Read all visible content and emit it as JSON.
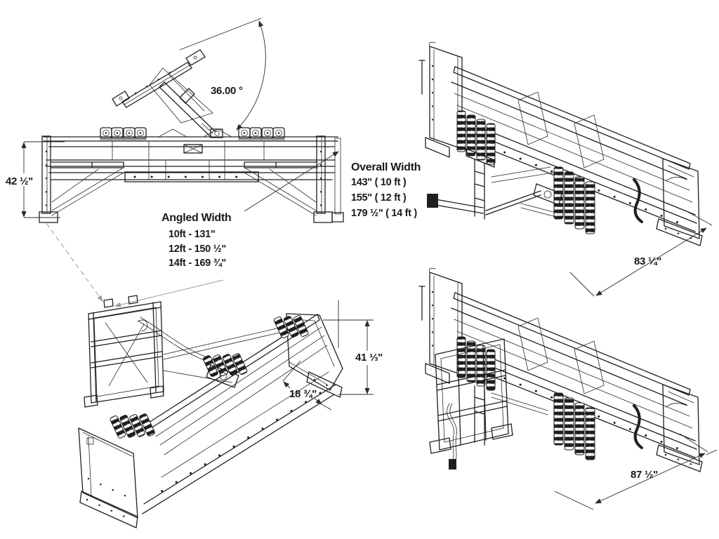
{
  "canvas": {
    "background": "#ffffff",
    "ink": "#1f1f1f",
    "dim_color": "#2b2b2b",
    "connector_color": "#9a9a9a"
  },
  "drawing": {
    "front_view": {
      "angle_dim": "36.00 °",
      "height_dim": "42 ½\"",
      "overall_width": {
        "title": "Overall Width",
        "rows": [
          "143\" ( 10 ft )",
          "155\" ( 12 ft )",
          "179 ½\" ( 14 ft )"
        ]
      },
      "angled_width": {
        "title": "Angled Width",
        "rows": [
          "10ft - 131\"",
          "12ft - 150 ½\"",
          "14ft - 169 ¾\""
        ]
      }
    },
    "iso_top_right_view": {
      "width_dim": "83 ¼\""
    },
    "iso_bottom_left_view": {
      "height_dim": "41 ⅓\"",
      "edge_offset_dim": "18 ¾\""
    },
    "iso_bottom_right_view": {
      "width_dim": "87 ½\""
    }
  }
}
